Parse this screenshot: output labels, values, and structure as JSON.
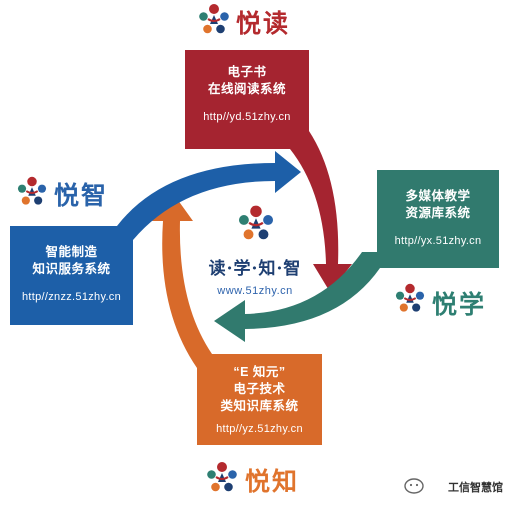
{
  "center": {
    "motto": "读·学·知·智",
    "site": "www.51zhy.cn"
  },
  "sections": {
    "read": {
      "brand": "悦读",
      "lines": [
        "电子书",
        "在线阅读系统"
      ],
      "url": "http//yd.51zhy.cn",
      "color": "#a52430"
    },
    "learn": {
      "brand": "悦学",
      "lines": [
        "多媒体教学",
        "资源库系统"
      ],
      "url": "http//yx.51zhy.cn",
      "color": "#317a6e"
    },
    "know": {
      "brand": "悦知",
      "lines": [
        "“E 知元”",
        "电子技术",
        "类知识库系统"
      ],
      "url": "http//yz.51zhy.cn",
      "color": "#d86a2a"
    },
    "smart": {
      "brand": "悦智",
      "lines": [
        "智能制造",
        "知识服务系统"
      ],
      "url": "http//znzz.51zhy.cn",
      "color": "#1d5fa8"
    }
  },
  "watermark": {
    "text": "工信智慧馆"
  },
  "colors": {
    "navy": "#1e3f72",
    "red": "#b42a2e",
    "teal": "#2e7f72",
    "orange": "#e0742d",
    "blue": "#2a63aa"
  }
}
